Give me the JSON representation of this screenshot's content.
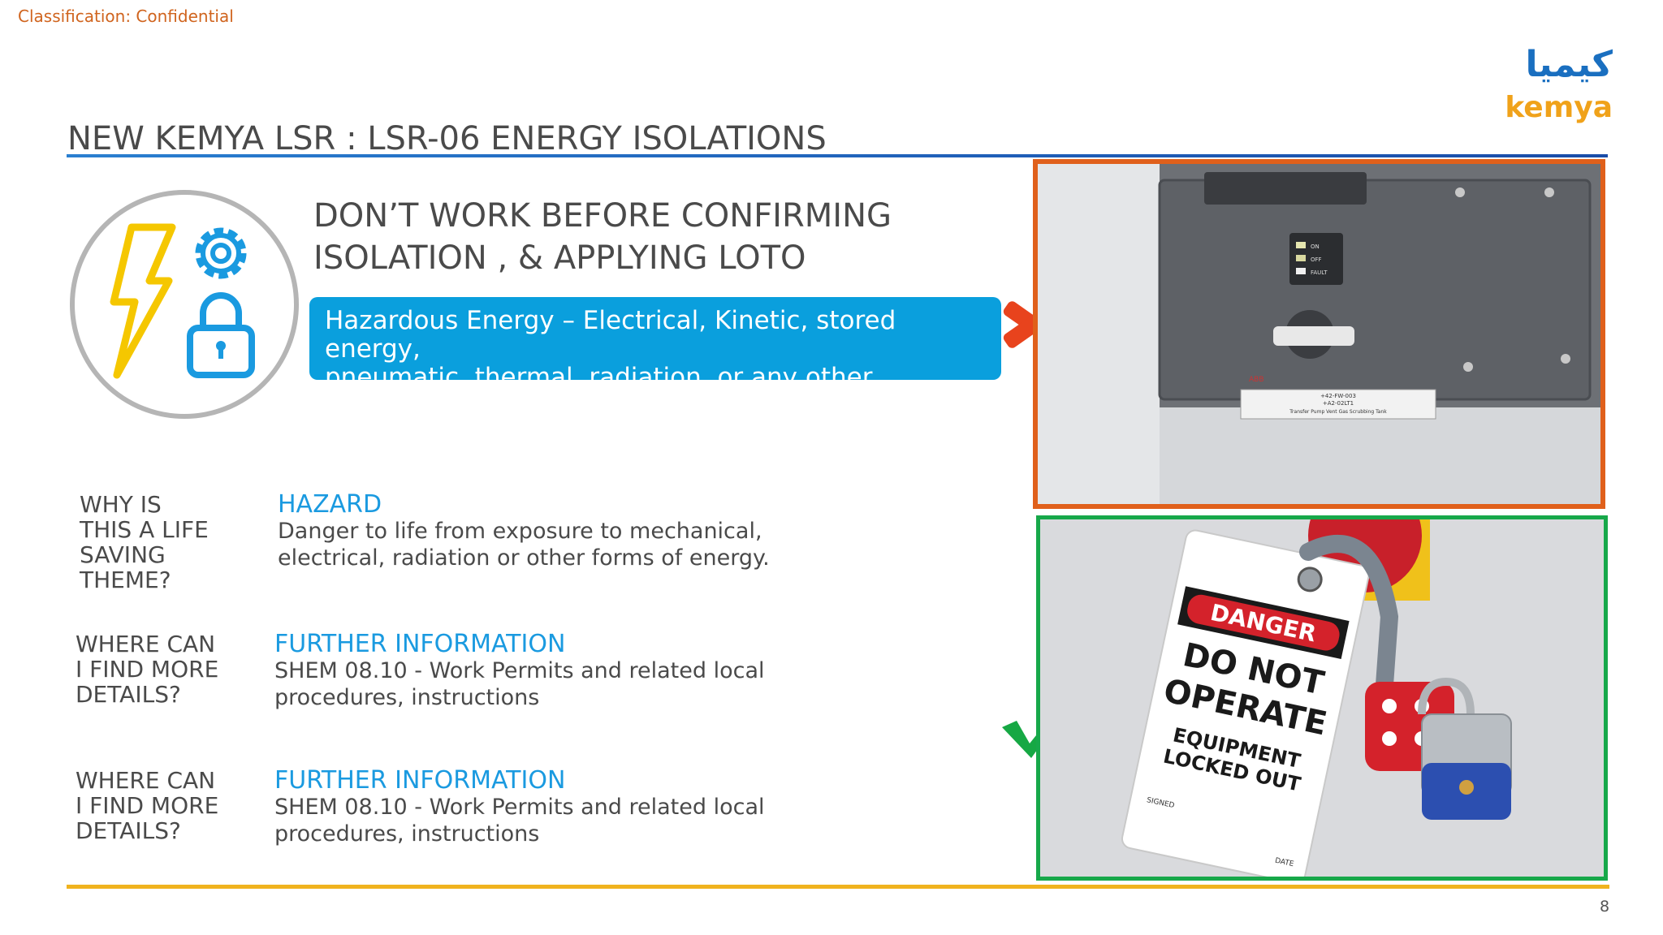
{
  "classification": "Classification: Confidential",
  "logo": {
    "arabic": "كيميا",
    "latin": "kemya"
  },
  "title": "NEW KEMYA LSR : LSR-06 ENERGY ISOLATIONS",
  "headline": {
    "line1": "DON’T WORK BEFORE CONFIRMING",
    "line2": "ISOLATION , & APPLYING LOTO"
  },
  "hazard_box": {
    "line1": "Hazardous Energy – Electrical, Kinetic, stored energy,",
    "line2": "pneumatic, thermal, radiation, or any  other"
  },
  "sections": [
    {
      "question": [
        "WHY IS",
        "THIS A LIFE",
        "SAVING",
        "THEME?"
      ],
      "heading": "HAZARD",
      "detail": [
        "Danger to life from exposure to mechanical,",
        "electrical, radiation or other forms of energy."
      ]
    },
    {
      "question": [
        "WHERE CAN",
        "I FIND MORE",
        "DETAILS?"
      ],
      "heading": "FURTHER INFORMATION",
      "detail": [
        "SHEM 08.10 - Work Permits and related local",
        "procedures, instructions"
      ]
    },
    {
      "question": [
        "WHERE CAN",
        "I FIND MORE",
        "DETAILS?"
      ],
      "heading": "FURTHER INFORMATION",
      "detail": [
        "SHEM 08.10 - Work Permits and related local",
        "procedures, instructions"
      ]
    }
  ],
  "tag": {
    "danger": "DANGER",
    "do_not": "DO NOT",
    "operate": "OPERATE",
    "equipment": "EQUIPMENT",
    "locked_out": "LOCKED OUT",
    "signed": "SIGNED",
    "date": "DATE"
  },
  "panel": {
    "label_on": "ON",
    "label_off": "OFF",
    "label_fault": "FAULT",
    "brand": "ABB",
    "plate_line1": "+42-FW-003",
    "plate_line2": "+A2-02LT1",
    "plate_line3": "Transfer Pump Vent Gas Scrubbing Tank"
  },
  "page_number": "8",
  "icons": {
    "bolt": "lightning-bolt-icon",
    "gear": "gear-icon",
    "lock": "padlock-icon",
    "x": "red-x-icon",
    "check": "green-check-icon"
  },
  "colors": {
    "accent_blue": "#0a9fdd",
    "title_gray": "#4a4a4a",
    "orange": "#e0601b",
    "green": "#17a84a",
    "yellow": "#f0b31e"
  }
}
